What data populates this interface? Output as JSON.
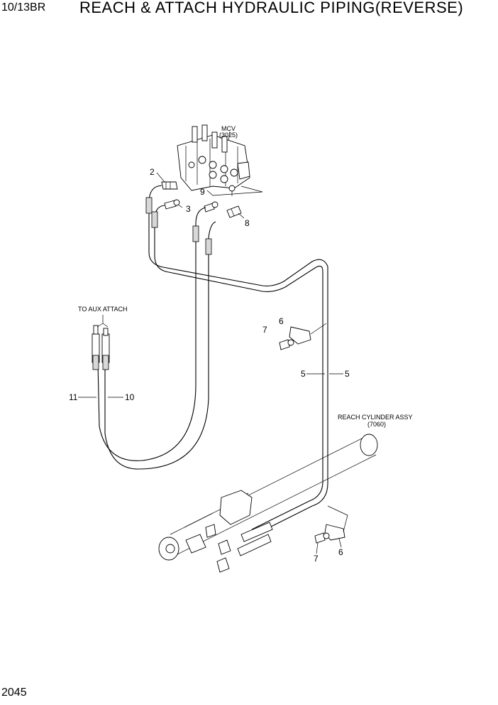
{
  "header": {
    "model": "10/13BR",
    "title": "REACH & ATTACH  HYDRAULIC PIPING(REVERSE)"
  },
  "footer": {
    "page_number": "2045"
  },
  "labels": {
    "mcv": "MCV",
    "mcv_ref": "(3025)",
    "to_aux_attach": "TO AUX ATTACH",
    "reach_cylinder": "REACH CYLINDER ASSY",
    "reach_cylinder_ref": "(7060)"
  },
  "callouts": {
    "p2": "2",
    "p3": "3",
    "p5a": "5",
    "p5b": "5",
    "p6a": "6",
    "p6b": "6",
    "p7a": "7",
    "p7b": "7",
    "p8": "8",
    "p9": "9",
    "p10": "10",
    "p11": "11"
  }
}
